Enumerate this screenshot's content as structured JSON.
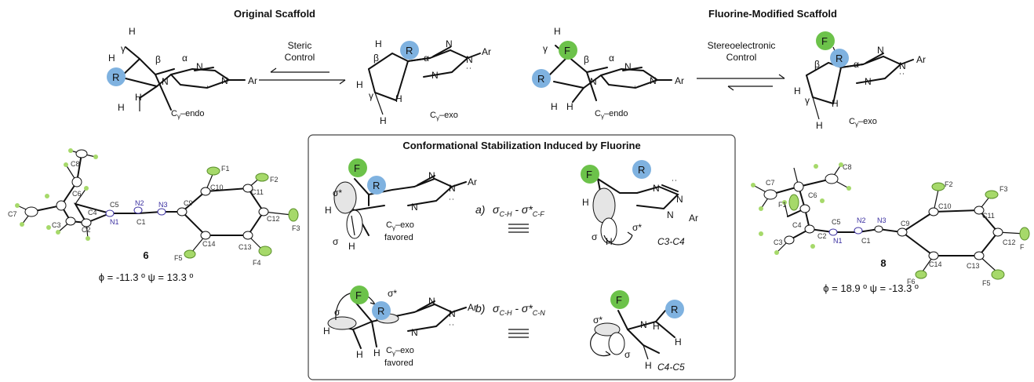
{
  "sections": {
    "original": "Original Scaffold",
    "fluorine": "Fluorine-Modified Scaffold",
    "box_title": "Conformational Stabilization Induced by Fluorine"
  },
  "arrows": {
    "steric_1": "Steric",
    "steric_2": "Control",
    "stereo_1": "Stereoelectronic",
    "stereo_2": "Control"
  },
  "atoms": {
    "H": "H",
    "R": "R",
    "F": "F",
    "N": "N",
    "Ar": "Ar",
    "dots": "˙˙",
    "alpha": "α",
    "beta": "β",
    "gamma": "γ",
    "sigma": "σ",
    "sigma_star": "σ*"
  },
  "conformers": {
    "c_letter": "C",
    "gamma_sub": "γ",
    "endo": "–endo",
    "exo": "–exo",
    "favored": "favored"
  },
  "interactions": {
    "a_label": "a)",
    "a_main": "σ",
    "a_sub1": "C-H",
    "a_mid": " - σ*",
    "a_sub2": "C-F",
    "b_label": "b)",
    "b_main": "σ",
    "b_sub1": "C-H",
    "b_mid": " - σ*",
    "b_sub2": "C-N",
    "c3c4": "C3-C4",
    "c4c5": "C4-C5"
  },
  "crystal": {
    "left_id": "6",
    "left_angles": "ϕ = -11.3 º ψ = 13.3 º",
    "right_id": "8",
    "right_angles": "ϕ = 18.9 º ψ = -13.3 º",
    "left_atoms": [
      "C8",
      "C7",
      "C6",
      "C4",
      "C3",
      "C2",
      "C5",
      "N1",
      "N2",
      "C1",
      "N3",
      "C9",
      "C10",
      "F1",
      "C11",
      "F2",
      "C12",
      "F3",
      "C13",
      "F4",
      "C14",
      "F5"
    ],
    "right_atoms": [
      "C8",
      "C7",
      "C6",
      "F1",
      "C4",
      "C3",
      "C2",
      "C5",
      "N1",
      "N2",
      "C1",
      "N3",
      "C9",
      "C10",
      "F2",
      "C11",
      "F3",
      "C12",
      "F",
      "C13",
      "F5",
      "C14",
      "F6"
    ]
  },
  "colors": {
    "r_circle": "#7fb2e0",
    "f_circle": "#6cc24a",
    "fluorine_ellipsoid": "#a6d96a",
    "nitrogen": "#3a2fa0"
  }
}
